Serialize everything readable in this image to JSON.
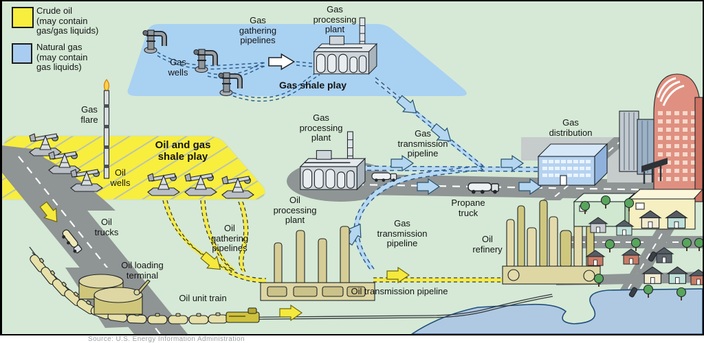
{
  "legend": {
    "crude_oil_label": "Crude oil\n(may contain\ngas/gas liquids)",
    "natural_gas_label": "Natural gas\n(may contain\ngas liquids)"
  },
  "labels": {
    "gas_wells": "Gas\nwells",
    "gas_gathering_pipelines": "Gas\ngathering\npipelines",
    "gas_processing_plant_top": "Gas\nprocessing\nplant",
    "gas_shale_play": "Gas shale play",
    "gas_flare": "Gas\nflare",
    "oil_and_gas_shale_play": "Oil and gas\nshale play",
    "oil_wells": "Oil\nwells",
    "oil_trucks": "Oil\ntrucks",
    "oil_loading_terminal": "Oil loading\nterminal",
    "oil_unit_train": "Oil unit train",
    "oil_gathering_pipelines": "Oil\ngathering\npipelines",
    "oil_processing_plant": "Oil\nprocessing\nplant",
    "gas_processing_plant_mid": "Gas\nprocessing\nplant",
    "gas_transmission_pipeline_upper": "Gas\ntransmission\npipeline",
    "gas_transmission_pipeline_lower": "Gas\ntransmission\npipeline",
    "propane_truck": "Propane\ntruck",
    "gas_distribution": "Gas\ndistribution",
    "oil_refinery": "Oil\nrefinery",
    "oil_transmission_pipeline": "Oil transmission pipeline"
  },
  "source_line": "Source: U.S. Energy Information Administration",
  "colors": {
    "crude_oil": "#f8ee3e",
    "natural_gas": "#a9cdf0",
    "background": "#d5e9d6",
    "road": "#8f9494",
    "water": "#b0c9e2",
    "gas_pipeline_edge": "#2a5d8c",
    "oil_pipeline_edge": "#4a4a20",
    "arrow_gas": "#b5d6f0",
    "arrow_oil": "#f5e93d"
  }
}
